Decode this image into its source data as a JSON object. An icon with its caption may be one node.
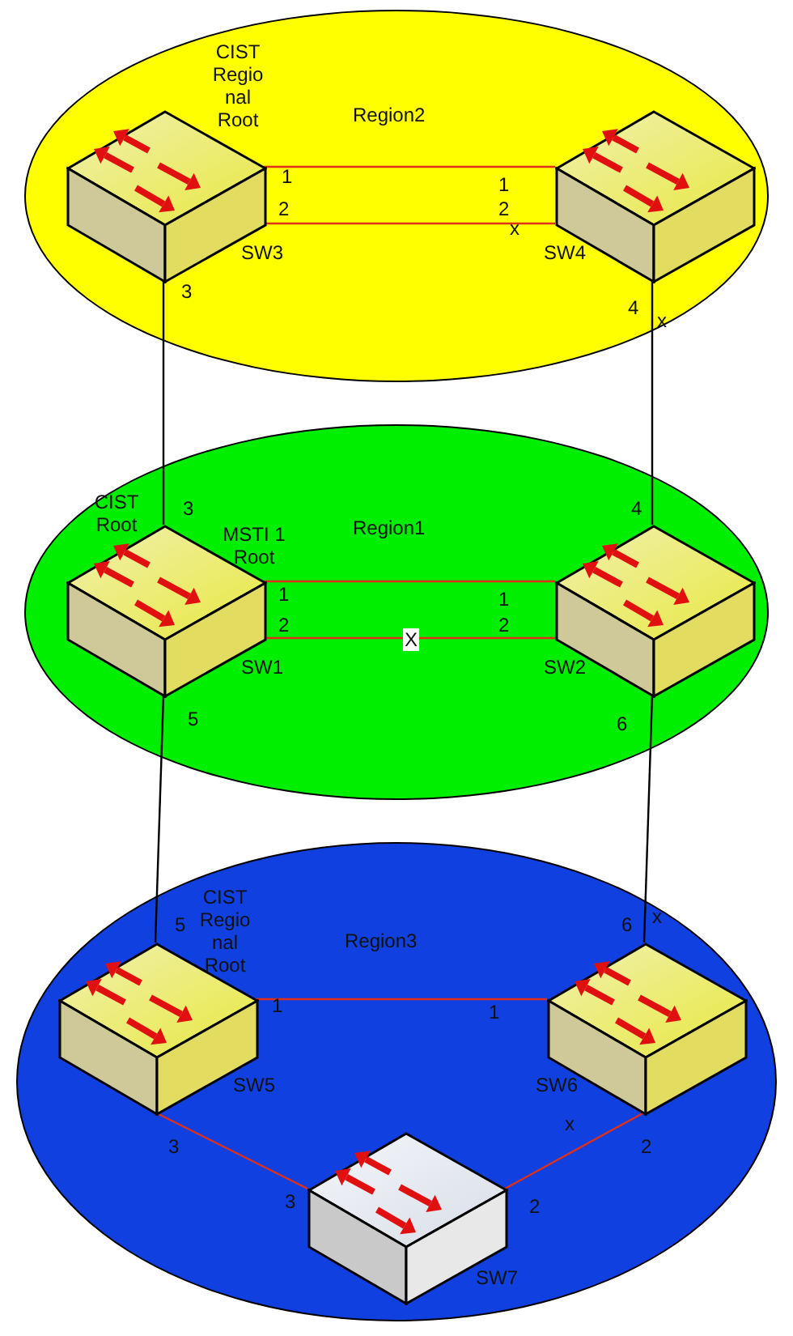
{
  "diagram": {
    "nodes": [
      {
        "text": [
          "Region2"
        ]
      },
      {
        "text": [
          "SW3"
        ],
        "in": 0,
        "beside": [
          "CIST Regio nal Root"
        ]
      },
      {
        "text": [
          "SW4"
        ],
        "in": 0
      },
      {
        "text": [
          "Region1"
        ]
      },
      {
        "text": [
          "SW1"
        ],
        "in": 3,
        "beside": [
          "CIST Root",
          "MSTI 1 Root"
        ]
      },
      {
        "text": [
          "SW2"
        ],
        "in": 3
      },
      {
        "text": [
          "Region3"
        ]
      },
      {
        "text": [
          "SW5"
        ],
        "in": 6,
        "beside": [
          "CIST Regio nal Root"
        ]
      },
      {
        "text": [
          "SW6"
        ],
        "in": 6
      },
      {
        "text": [
          "SW7"
        ],
        "in": 6
      }
    ],
    "edges": [
      {
        "from": 1,
        "to": 2,
        "arrow": "none"
      },
      {
        "from": 1,
        "to": 2,
        "arrow": "none"
      },
      {
        "from": 1,
        "to": 4,
        "arrow": "none",
        "color": "#000000"
      },
      {
        "from": 2,
        "to": 5,
        "arrow": "none",
        "color": "#000000"
      },
      {
        "from": 4,
        "to": 5,
        "arrow": "none"
      },
      {
        "from": 4,
        "to": 5,
        "arrow": "none"
      },
      {
        "from": 4,
        "to": 7,
        "arrow": "none",
        "color": "#000000"
      },
      {
        "from": 5,
        "to": 8,
        "arrow": "none",
        "color": "#000000"
      },
      {
        "from": 7,
        "to": 8,
        "arrow": "none"
      },
      {
        "from": 7,
        "to": 9,
        "arrow": "none"
      },
      {
        "from": 8,
        "to": 9,
        "arrow": "none"
      }
    ],
    "labels": [
      "1",
      "1",
      "2",
      "2",
      "x",
      "3",
      "4",
      "x",
      "3",
      "4",
      "1",
      "1",
      "2",
      "2",
      "X",
      "5",
      "6",
      "5",
      "6",
      "x",
      "1",
      "1",
      "3",
      "x",
      "2",
      "3",
      "2"
    ]
  }
}
